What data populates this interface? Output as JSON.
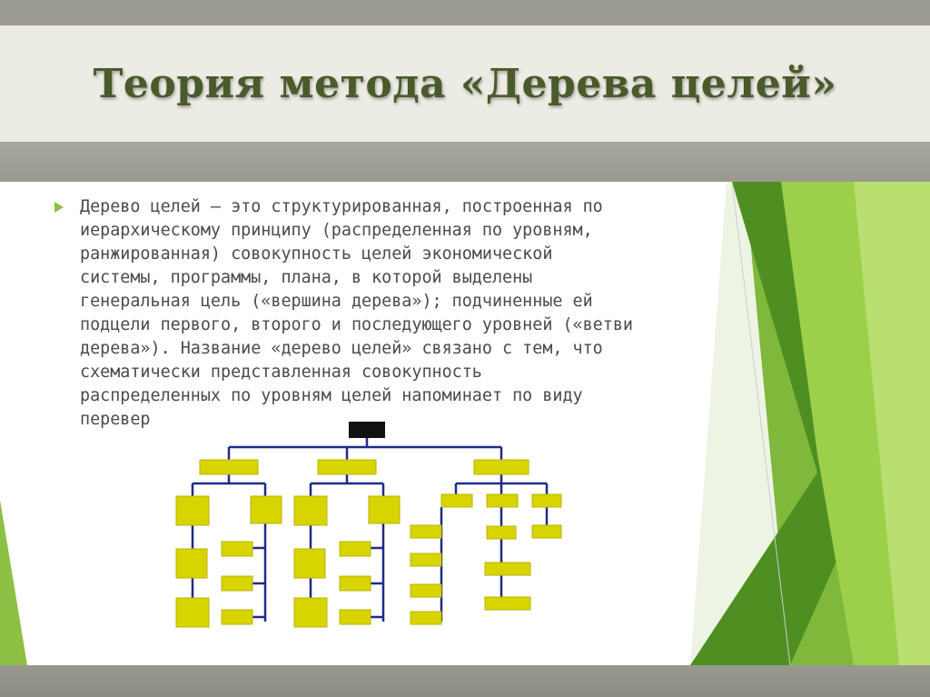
{
  "slide": {
    "title": "Теория метода «Дерева целей»",
    "body_lines": [
      "Дерево целей — это структурированная, построенная по",
      "иерархическому принципу (распределенная по уровням,",
      "ранжированная) совокупность целей экономической",
      "системы, программы, плана, в которой выделены",
      "генеральная цель («вершина дерева»); подчиненные ей",
      "подцели первого, второго и последующего уровней («ветви",
      "дерева»). Название «дерево целей» связано с тем, что",
      "схематически представленная совокупность",
      "распределенных по уровням целей напоминает по виду",
      "перевер"
    ]
  },
  "colors": {
    "title": "#4a5a2a",
    "body_text": "#4b4b4b",
    "bullet": "#8dc044",
    "tree_box": "#d8d400",
    "tree_line": "#1f2a8a",
    "tree_root": "#111111",
    "accent_green_dark": "#4f8f22",
    "accent_green_light": "#9ccf4a"
  },
  "icons": {
    "bullet": "triangle-bullet-icon"
  }
}
